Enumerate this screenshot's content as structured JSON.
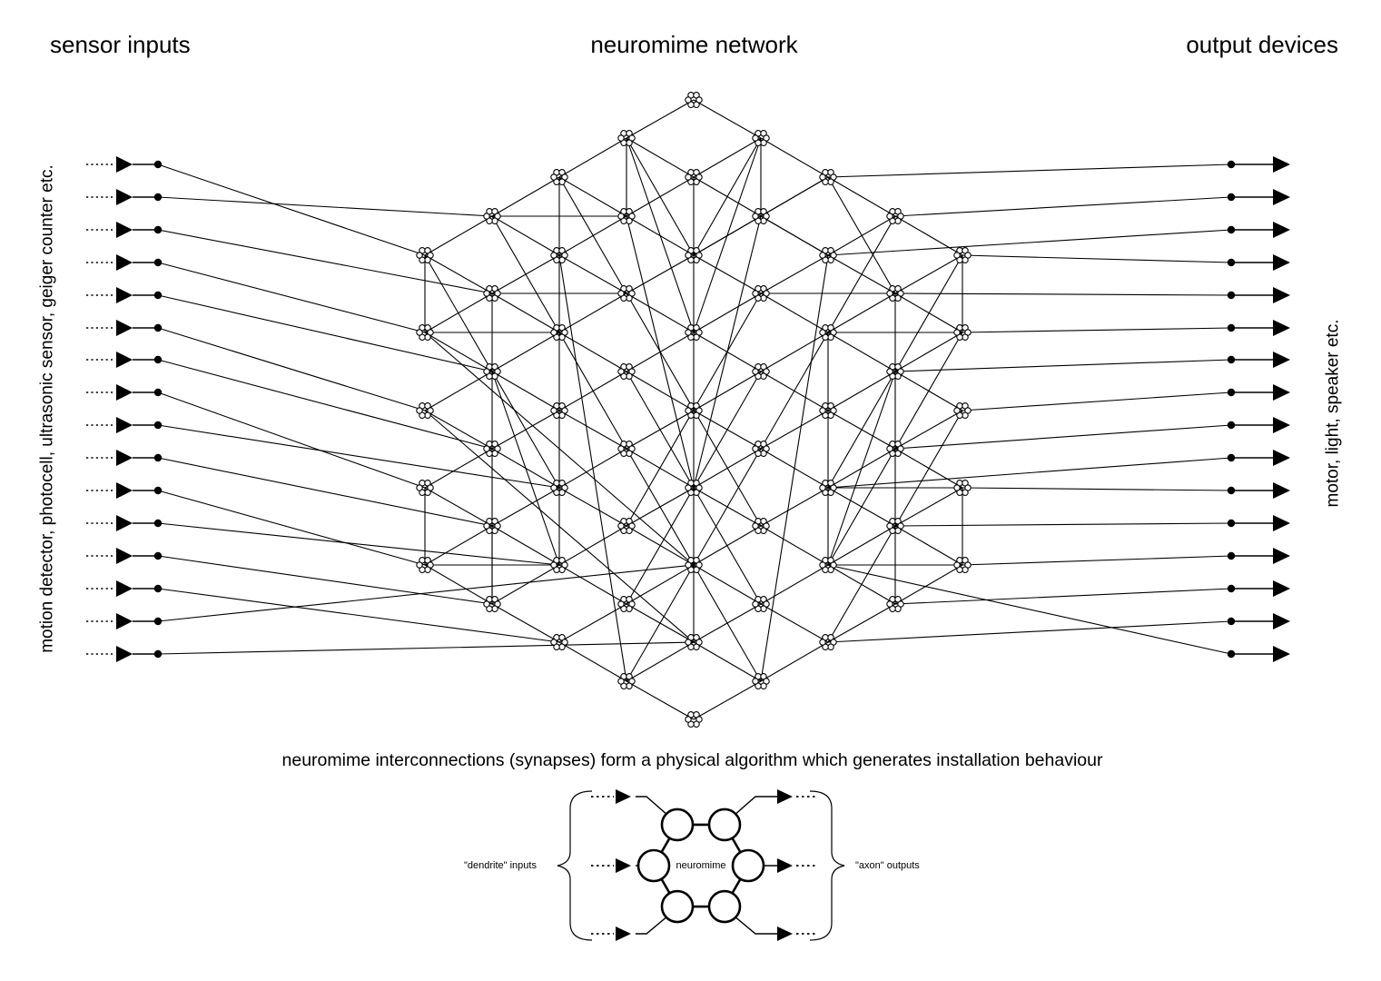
{
  "headers": {
    "left": "sensor inputs",
    "center": "neuromime network",
    "right": "output devices"
  },
  "side_labels": {
    "left": "motion detector, photocell, ultrasonic sensor, geiger counter etc.",
    "right": "motor, light, speaker etc."
  },
  "caption": "neuromime interconnections (synapses) form a physical algorithm which generates installation behaviour",
  "detail": {
    "input_label": "\"dendrite\" inputs",
    "center_label": "neuromime",
    "output_label": "\"axon\" outputs"
  },
  "counts": {
    "sensor_inputs": 16,
    "output_devices": 16
  },
  "colors": {
    "ink": "#000000",
    "background": "#ffffff"
  }
}
